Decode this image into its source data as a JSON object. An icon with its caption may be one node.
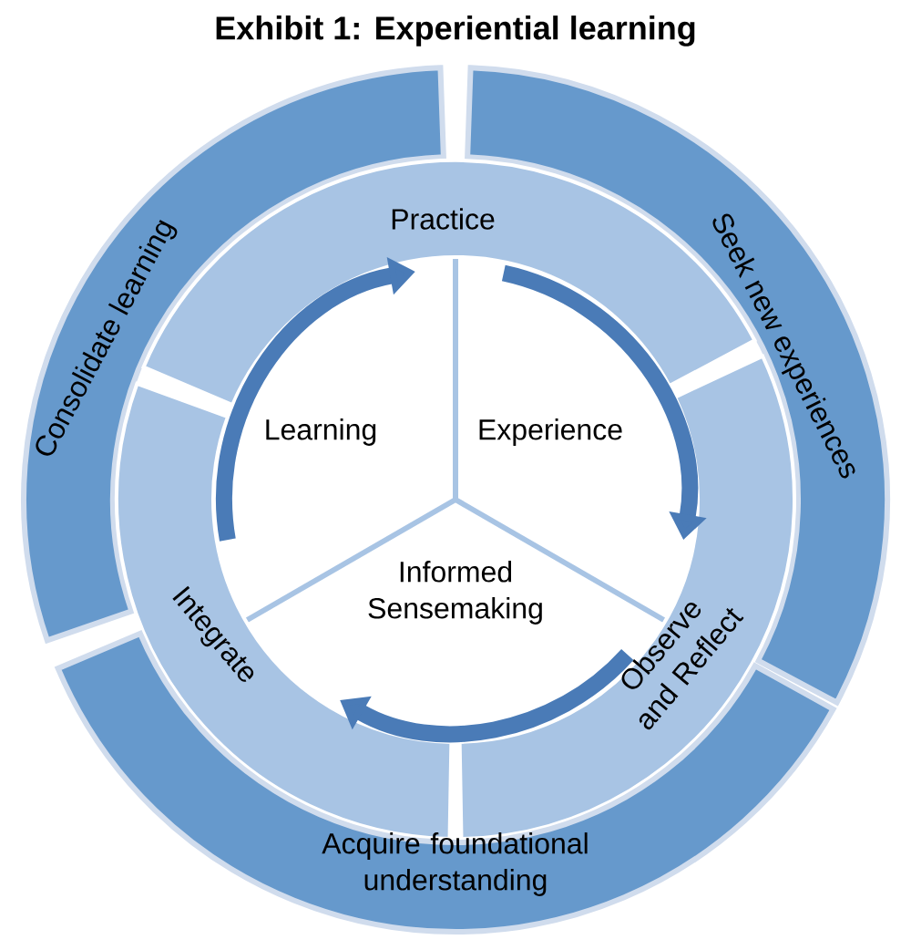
{
  "diagram": {
    "title": "Exhibit 1: Experiential learning",
    "nodes": [
      {
        "text": [
          "Consolidate learning"
        ]
      },
      {
        "text": [
          "Seek new experiences"
        ]
      },
      {
        "text": [
          "Practice"
        ]
      },
      {
        "text": [
          "Integrate"
        ]
      },
      {
        "text": [
          "Observe and Reflect"
        ]
      },
      {
        "text": [
          "Learning"
        ]
      },
      {
        "text": [
          "Experience"
        ]
      },
      {
        "text": [
          "Informed Sensemaking"
        ]
      },
      {
        "text": [
          "Acquire foundational understanding"
        ]
      }
    ],
    "edges": [
      {
        "from": 3,
        "to": 2,
        "arrow": "to"
      },
      {
        "from": 2,
        "to": 4,
        "arrow": "to"
      },
      {
        "from": 4,
        "to": 3,
        "arrow": "to"
      }
    ]
  }
}
